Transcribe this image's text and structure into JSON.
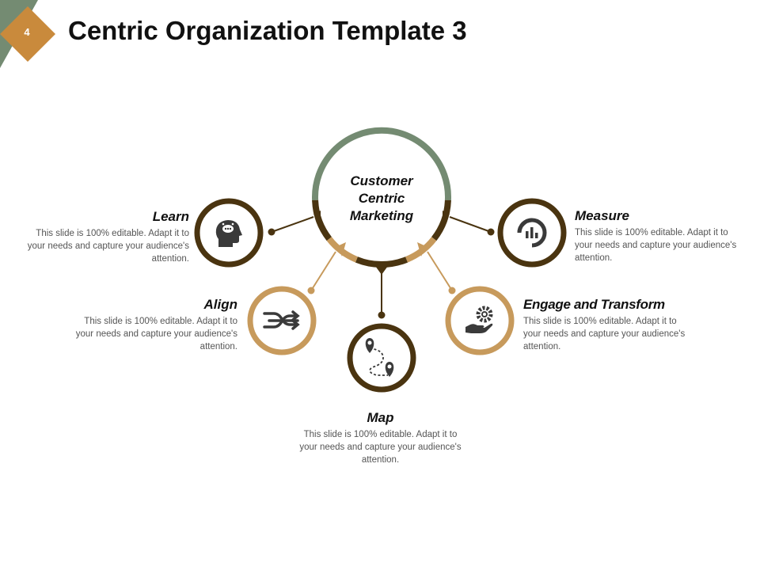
{
  "slide": {
    "number": "4",
    "title": "Centric Organization Template 3"
  },
  "center": {
    "label": "Customer Centric Marketing"
  },
  "items": [
    {
      "name": "learn",
      "title": "Learn",
      "desc": "This slide is 100% editable. Adapt it to your needs and capture your audience's attention.",
      "icon": "head-idea-icon",
      "ring": "dark"
    },
    {
      "name": "align",
      "title": "Align",
      "desc": "This slide is 100% editable. Adapt it to your needs and capture your audience's attention.",
      "icon": "shuffle-arrows-icon",
      "ring": "tan"
    },
    {
      "name": "map",
      "title": "Map",
      "desc": "This slide is 100% editable. Adapt it to your needs and capture your audience's attention.",
      "icon": "route-pins-icon",
      "ring": "dark"
    },
    {
      "name": "engage",
      "title": "Engage and Transform",
      "desc": "This slide is 100% editable. Adapt it to your needs and capture your audience's attention.",
      "icon": "hand-gear-icon",
      "ring": "tan"
    },
    {
      "name": "measure",
      "title": "Measure",
      "desc": "This slide is 100% editable. Adapt it to your needs and capture your audience's attention.",
      "icon": "chart-gauge-icon",
      "ring": "dark"
    }
  ],
  "colors": {
    "green": "#748b72",
    "brown": "#4a3410",
    "tan": "#c79a5c",
    "orange": "#c98a3c",
    "icon": "#3a3a3a",
    "text": "#111111",
    "desc": "#555555"
  }
}
